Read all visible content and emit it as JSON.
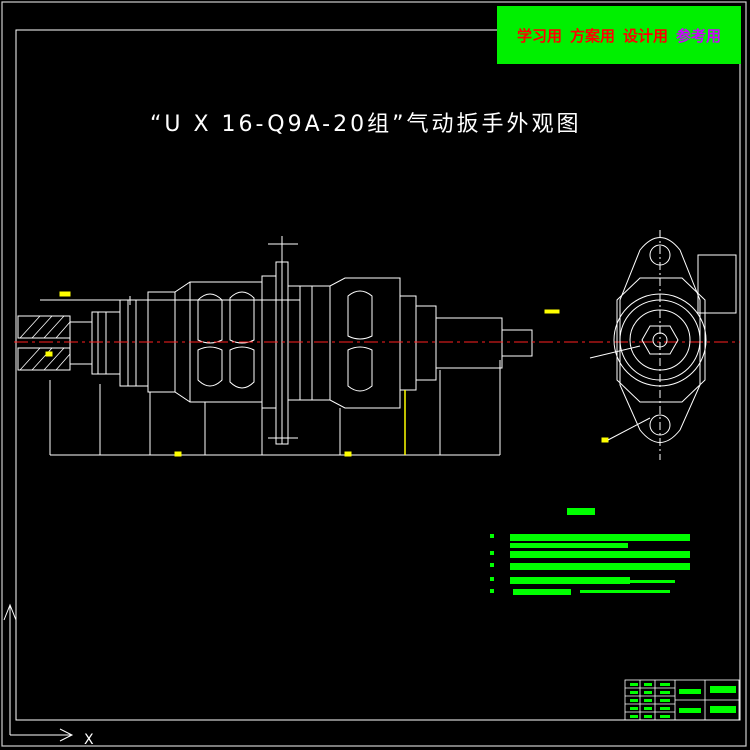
{
  "banner": {
    "items": [
      {
        "label": "学习用",
        "color": "#ff0000"
      },
      {
        "label": "方案用",
        "color": "#ff0000"
      },
      {
        "label": "设计用",
        "color": "#ff0000"
      },
      {
        "label": "参考用",
        "color": "#cc00ff"
      }
    ],
    "background": "#00f000"
  },
  "drawing": {
    "title": "“U X 16-Q9A-20组”气动扳手外观图",
    "colors": {
      "background": "#000000",
      "lines": "#ffffff",
      "centerline": "#ff2020",
      "dimension": "#ffff00",
      "notes": "#00ff00"
    }
  },
  "notes": {
    "line_count": 5
  },
  "title_block": {
    "present": true
  },
  "axis_label": "X"
}
